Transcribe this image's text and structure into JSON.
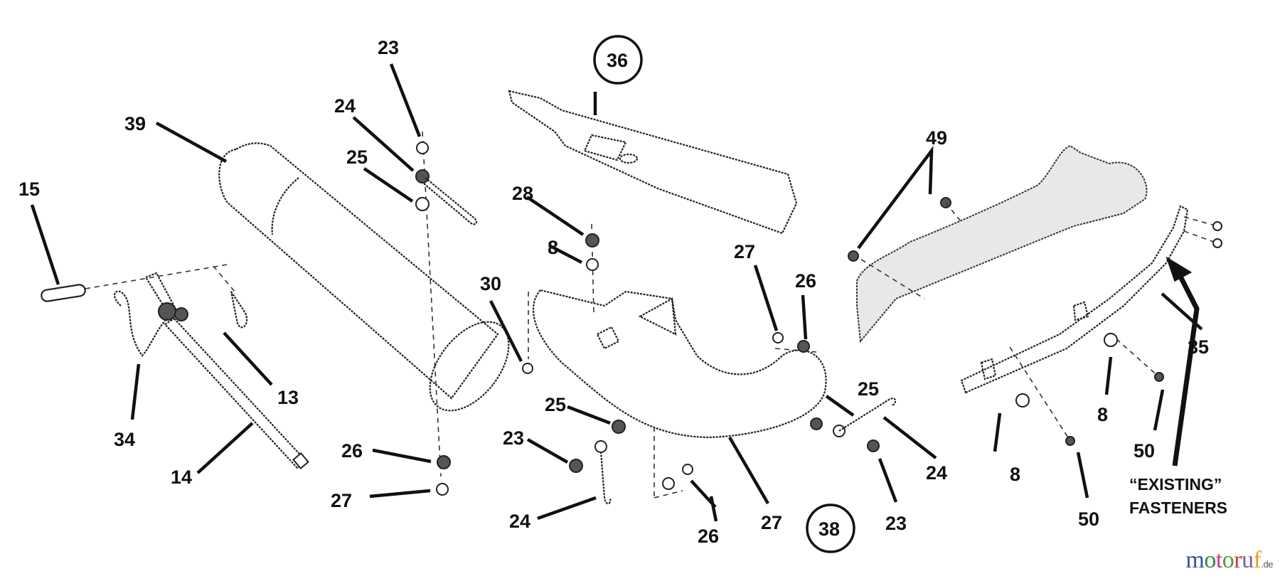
{
  "diagram": {
    "title": "Mulching / bagger kit exploded parts view",
    "callouts": [
      {
        "id": "c15",
        "label": "15"
      },
      {
        "id": "c39",
        "label": "39"
      },
      {
        "id": "c23a",
        "label": "23"
      },
      {
        "id": "c24a",
        "label": "24"
      },
      {
        "id": "c25a",
        "label": "25"
      },
      {
        "id": "c34",
        "label": "34"
      },
      {
        "id": "c14",
        "label": "14"
      },
      {
        "id": "c13",
        "label": "13"
      },
      {
        "id": "c26a",
        "label": "26"
      },
      {
        "id": "c27a",
        "label": "27"
      },
      {
        "id": "c36",
        "label": "36",
        "circled": true
      },
      {
        "id": "c28",
        "label": "28"
      },
      {
        "id": "c8a",
        "label": "8"
      },
      {
        "id": "c30",
        "label": "30"
      },
      {
        "id": "c27b",
        "label": "27"
      },
      {
        "id": "c26b",
        "label": "26"
      },
      {
        "id": "c25b",
        "label": "25"
      },
      {
        "id": "c23b",
        "label": "23"
      },
      {
        "id": "c24b",
        "label": "24"
      },
      {
        "id": "c26c",
        "label": "26"
      },
      {
        "id": "c27c",
        "label": "27"
      },
      {
        "id": "c38",
        "label": "38",
        "circled": true
      },
      {
        "id": "c25c",
        "label": "25"
      },
      {
        "id": "c24c",
        "label": "24"
      },
      {
        "id": "c23c",
        "label": "23"
      },
      {
        "id": "c49",
        "label": "49"
      },
      {
        "id": "c35",
        "label": "35"
      },
      {
        "id": "c8b",
        "label": "8"
      },
      {
        "id": "c8c",
        "label": "8"
      },
      {
        "id": "c50a",
        "label": "50"
      },
      {
        "id": "c50b",
        "label": "50"
      }
    ],
    "note_line1": "“EXISTING”",
    "note_line2": "FASTENERS"
  },
  "watermark": {
    "letters": [
      {
        "ch": "m",
        "color": "#3b4f9c"
      },
      {
        "ch": "o",
        "color": "#2f8a3e"
      },
      {
        "ch": "t",
        "color": "#d9338a"
      },
      {
        "ch": "o",
        "color": "#4a9a3c"
      },
      {
        "ch": "r",
        "color": "#d23a2a"
      },
      {
        "ch": "u",
        "color": "#7b5aa6"
      },
      {
        "ch": "f",
        "color": "#e2a41c"
      }
    ],
    "suffix": ".de"
  }
}
